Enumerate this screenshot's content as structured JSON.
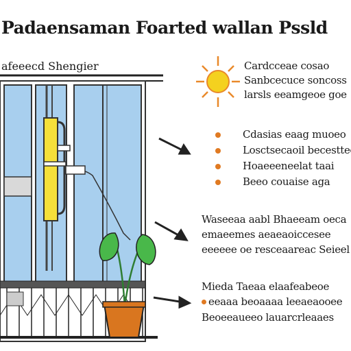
{
  "title": "Padaensaman Foarted wallan Pssld",
  "header": "afeeecd Shengier",
  "sun_block": {
    "icon": "sun-icon",
    "lines": [
      "Cardcceae cosao",
      "Sanbcecuce soncoss",
      "larsls eeamgeoe goe"
    ]
  },
  "bullet_block": {
    "bullet_color": "#e07a22",
    "lines": [
      "Cdasias eaag muoeo",
      "Losctsecaoil becesttee",
      "Hoaeeeneelat taai",
      "Beeo couaise aga"
    ]
  },
  "middle_block": {
    "lines": [
      "Waseeaa aabl Bhaeeam oeca",
      "emaeemes aeaeaoiccesee",
      "eeeeee oe resceaareac Seieel"
    ]
  },
  "bottom_block": {
    "lines": [
      "Mieda Taeaa elaafeabeoe",
      "eeaaa beoaaaa leeaeaooee",
      "Beoeeaueeo lauarcrleaaes"
    ]
  },
  "colors": {
    "sky": "#a8cfee",
    "yellow": "#f5e03a",
    "leaf": "#49b84a",
    "pot": "#d9761f",
    "sun": "#f4d11f",
    "ray": "#e9892a"
  }
}
